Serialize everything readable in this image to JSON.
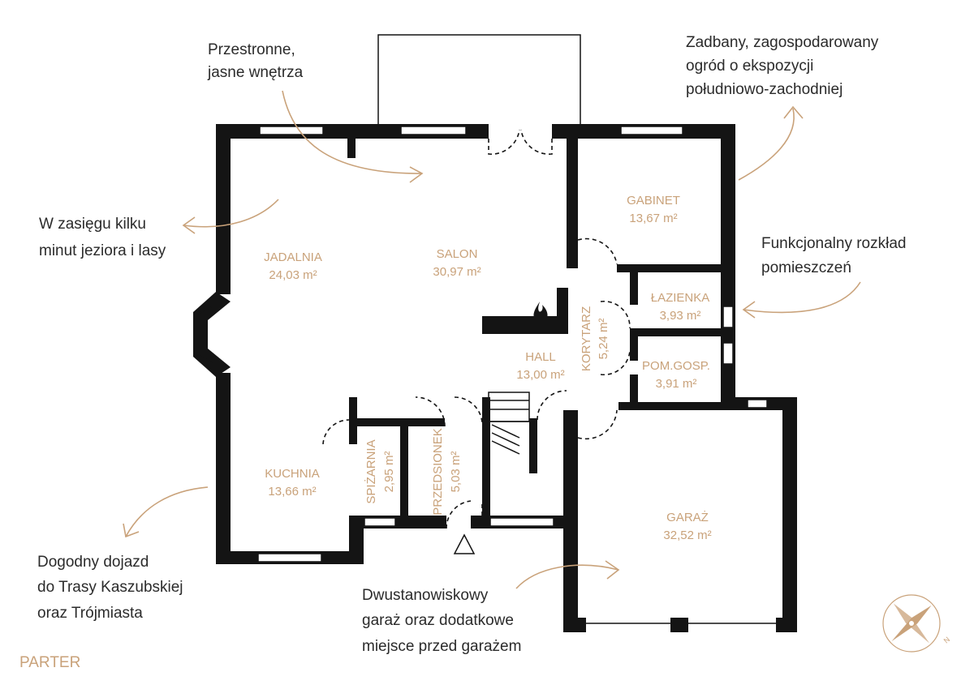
{
  "level_label": "PARTER",
  "rooms": {
    "jadalnia": {
      "name": "JADALNIA",
      "area": "24,03 m²"
    },
    "salon": {
      "name": "SALON",
      "area": "30,97 m²"
    },
    "gabinet": {
      "name": "GABINET",
      "area": "13,67 m²"
    },
    "lazienka": {
      "name": "ŁAZIENKA",
      "area": "3,93 m²"
    },
    "korytarz": {
      "name": "KORYTARZ",
      "area": "5,24 m²"
    },
    "hall": {
      "name": "HALL",
      "area": "13,00 m²"
    },
    "pom_gosp": {
      "name": "POM.GOSP.",
      "area": "3,91 m²"
    },
    "kuchnia": {
      "name": "KUCHNIA",
      "area": "13,66 m²"
    },
    "spizarnia": {
      "name": "SPIŻARNIA",
      "area": "2,95 m²"
    },
    "przedsionek": {
      "name": "PRZEDSIONEK",
      "area": "5,03 m²"
    },
    "garaz": {
      "name": "GARAŻ",
      "area": "32,52 m²"
    }
  },
  "notes": {
    "interiors": [
      "Przestronne,",
      "jasne wnętrza"
    ],
    "garden": [
      "Zadbany, zagospodarowany",
      "ogród o ekspozycji",
      "południowo-zachodniej"
    ],
    "lakes": [
      "W zasięgu kilku",
      "minut jeziora i lasy"
    ],
    "layout": [
      "Funkcjonalny rozkład",
      "pomieszczeń"
    ],
    "access": [
      "Dogodny dojazd",
      "do Trasy Kaszubskiej",
      "oraz Trójmiasta"
    ],
    "garage": [
      "Dwustanowiskowy",
      "garaż oraz dodatkowe",
      "miejsce przed garażem"
    ]
  },
  "compass": {
    "north_label": "N"
  },
  "colors": {
    "accent": "#C9A27A",
    "wall": "#141414",
    "text": "#2b2b2b"
  }
}
